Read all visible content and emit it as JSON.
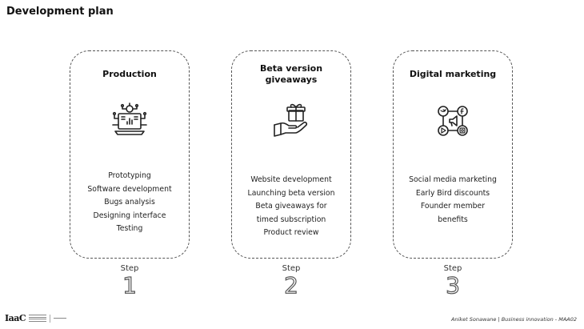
{
  "title": "Development plan",
  "cards": [
    {
      "title": "Production",
      "icon": "laptop-circuit-icon",
      "items": [
        "Prototyping",
        "Software development",
        "Bugs analysis",
        "Designing interface",
        "Testing"
      ]
    },
    {
      "title_line1": "Beta version",
      "title_line2": "giveaways",
      "icon": "hand-gift-icon",
      "items": [
        "Website development",
        "Launching beta version",
        "Beta giveaways for",
        "timed subscription",
        "Product review"
      ]
    },
    {
      "title": "Digital marketing",
      "icon": "social-media-network-icon",
      "items": [
        "Social media marketing",
        "Early Bird discounts",
        "Founder member",
        "benefits"
      ]
    }
  ],
  "steps": [
    {
      "label": "Step",
      "number": "1"
    },
    {
      "label": "Step",
      "number": "2"
    },
    {
      "label": "Step",
      "number": "3"
    }
  ],
  "footer": {
    "logo_text": "IaaC",
    "credit": "Aniket Sonawane | Business innovation - MAA02"
  }
}
